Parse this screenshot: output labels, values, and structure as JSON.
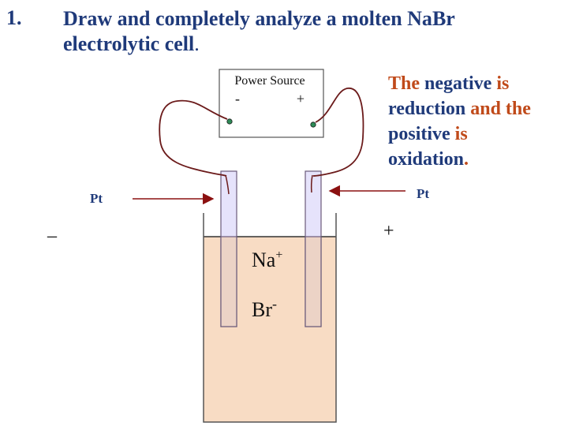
{
  "question": {
    "number": "1.",
    "text_main": "Draw and completely analyze a molten Na",
    "text_br": "Br",
    "text_line2": "electrolytic cell",
    "text_period": "."
  },
  "note": {
    "the": "The",
    "negative": " negative",
    "is1": " is",
    "reduction": "reduction",
    "and_the": " and the",
    "positive": "positive",
    "is2": " is",
    "oxidation": "oxidation",
    "period": "."
  },
  "power_source": {
    "title": "Power Source",
    "minus": "-",
    "plus": "+"
  },
  "electrodes": {
    "left_label": "Pt",
    "right_label": "Pt",
    "left_sign": "_",
    "right_sign": "+"
  },
  "ions": {
    "cation": "Na",
    "cation_charge": "+",
    "anion": "Br",
    "anion_charge": "-"
  },
  "colors": {
    "title_text": "#1f3a7a",
    "accent": "#c04a1a",
    "wire": "#6b1a1a",
    "electrolyte": "#f8dcc4",
    "electrode": "#e6e3fb",
    "arrow": "#8b1010"
  }
}
